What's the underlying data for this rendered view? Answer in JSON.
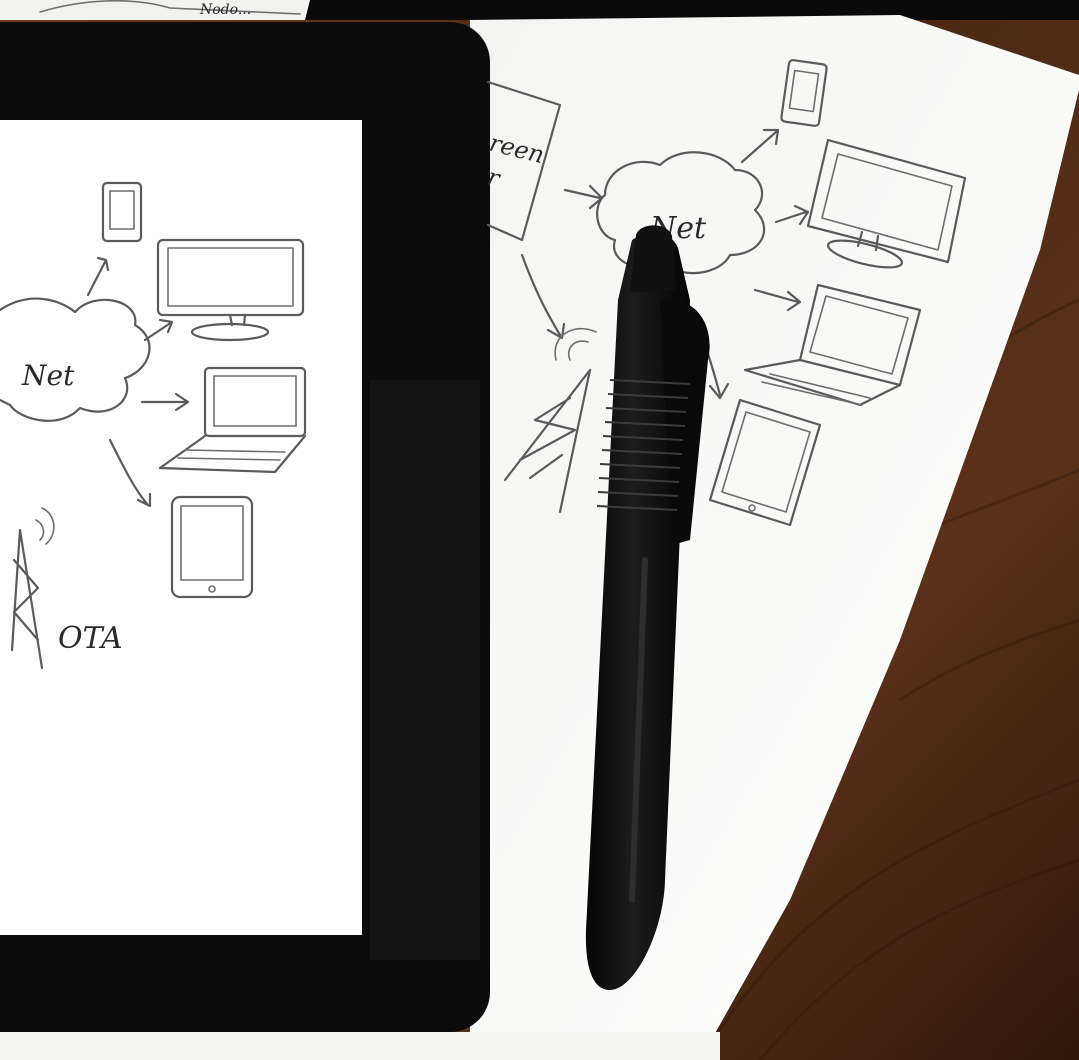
{
  "photo": {
    "tablet_screen": {
      "net_label": "Net",
      "ota_label": "OTA"
    },
    "paper": {
      "net_label": "Net",
      "fragment_top": "reen",
      "fragment_bottom": "r",
      "scrap_text": "Nodo..."
    }
  }
}
